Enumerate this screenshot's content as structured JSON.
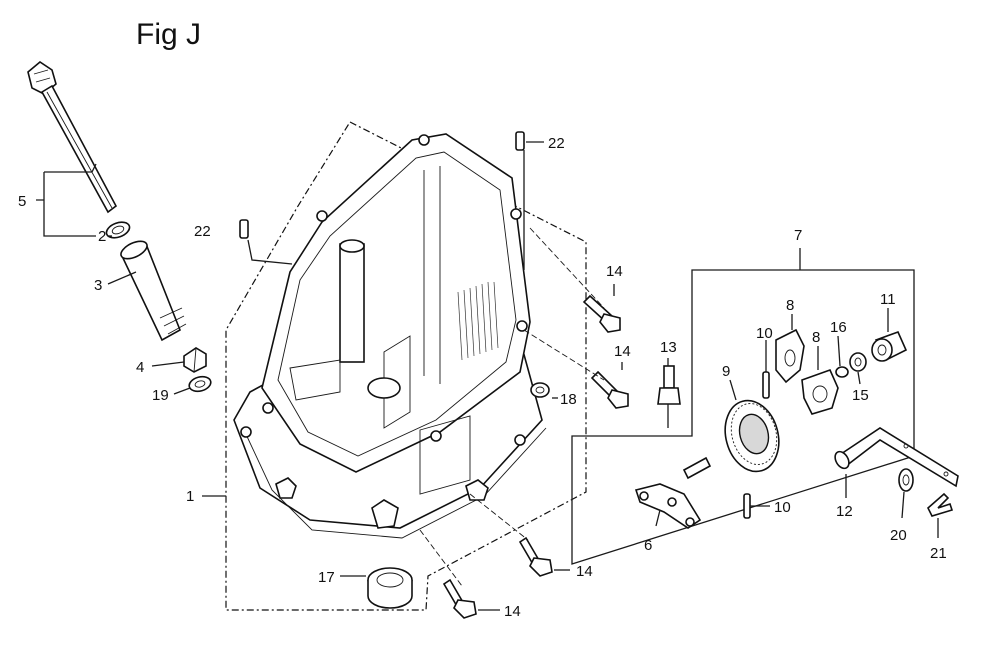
{
  "figure": {
    "title": "Fig J"
  },
  "callouts": [
    {
      "id": "c5",
      "label": "5"
    },
    {
      "id": "c2",
      "label": "2"
    },
    {
      "id": "c3",
      "label": "3"
    },
    {
      "id": "c4",
      "label": "4"
    },
    {
      "id": "c19",
      "label": "19"
    },
    {
      "id": "c22a",
      "label": "22"
    },
    {
      "id": "c22b",
      "label": "22"
    },
    {
      "id": "c1",
      "label": "1"
    },
    {
      "id": "c17",
      "label": "17"
    },
    {
      "id": "c14a",
      "label": "14"
    },
    {
      "id": "c14b",
      "label": "14"
    },
    {
      "id": "c14c",
      "label": "14"
    },
    {
      "id": "c14d",
      "label": "14"
    },
    {
      "id": "c18",
      "label": "18"
    },
    {
      "id": "c7",
      "label": "7"
    },
    {
      "id": "c13",
      "label": "13"
    },
    {
      "id": "c8a",
      "label": "8"
    },
    {
      "id": "c8b",
      "label": "8"
    },
    {
      "id": "c10a",
      "label": "10"
    },
    {
      "id": "c10b",
      "label": "10"
    },
    {
      "id": "c9",
      "label": "9"
    },
    {
      "id": "c16",
      "label": "16"
    },
    {
      "id": "c11",
      "label": "11"
    },
    {
      "id": "c15",
      "label": "15"
    },
    {
      "id": "c6",
      "label": "6"
    },
    {
      "id": "c12",
      "label": "12"
    },
    {
      "id": "c20",
      "label": "20"
    },
    {
      "id": "c21",
      "label": "21"
    }
  ]
}
